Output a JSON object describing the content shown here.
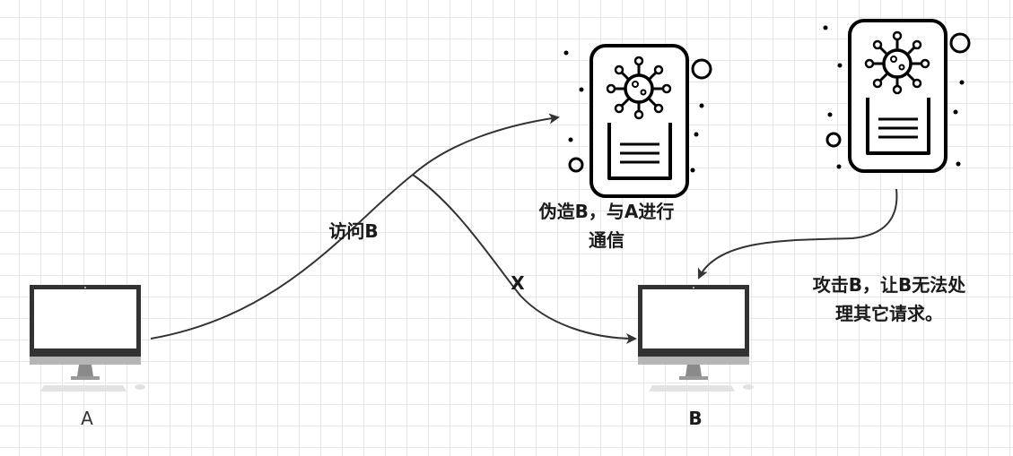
{
  "nodes": {
    "computer_a": {
      "label": "A"
    },
    "computer_b": {
      "label": "B"
    }
  },
  "edges": {
    "visit": {
      "label": "访问B"
    },
    "blocked": {
      "label": "X"
    }
  },
  "annotations": {
    "forge": {
      "line1": "伪造B，与A进行",
      "line2": "通信"
    },
    "attack": {
      "line1": "攻击B，让B无法处",
      "line2": "理其它请求。"
    }
  },
  "colors": {
    "stroke": "#000000",
    "arrow": "#333333",
    "monitor_bezel": "#333333",
    "monitor_stand": "#888888",
    "keyboard": "#e0e0e0",
    "grid": "#e6e6e6"
  }
}
